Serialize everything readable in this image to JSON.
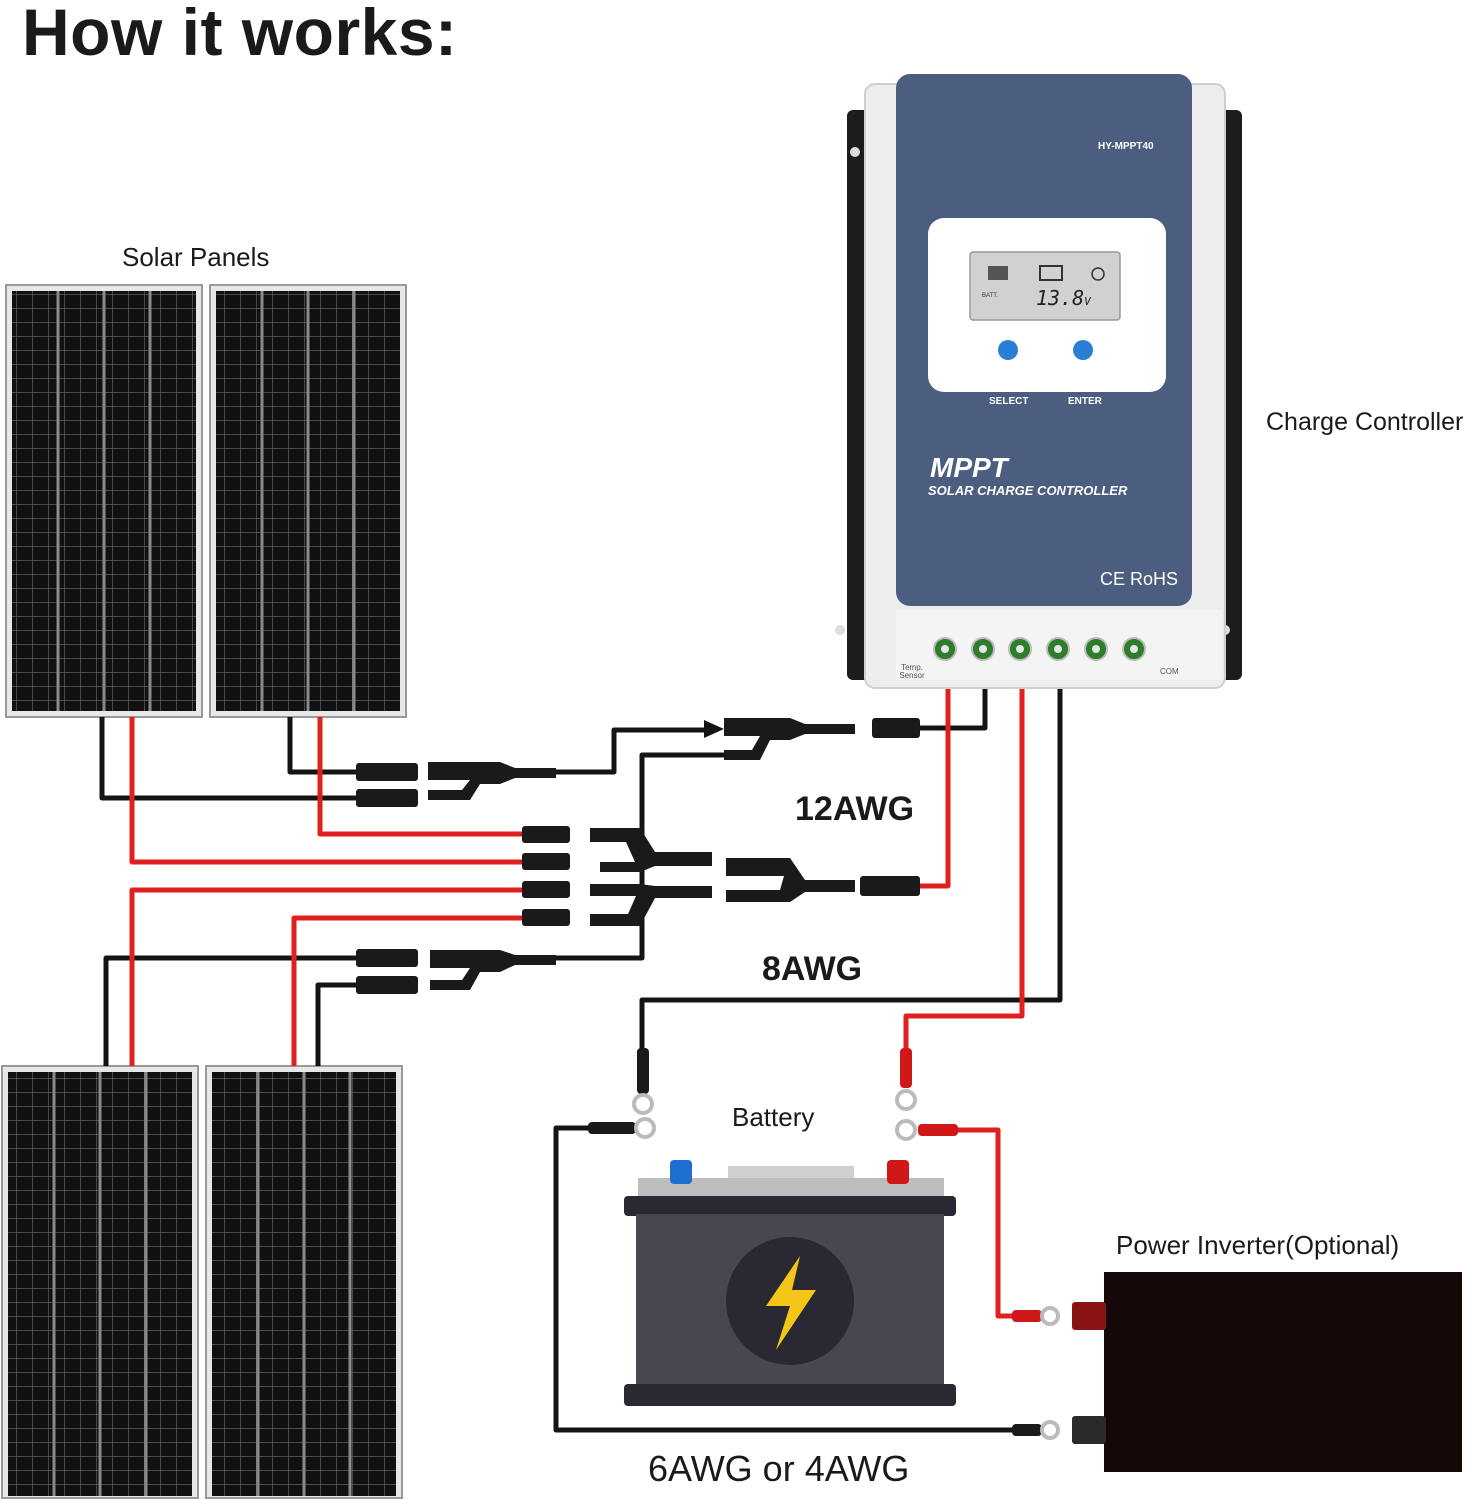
{
  "title": "How it works:",
  "labels": {
    "solar_panels": "Solar Panels",
    "charge_controller": "Charge Controller",
    "battery": "Battery",
    "inverter": "Power Inverter(Optional)"
  },
  "wire_gauges": {
    "panel_to_controller": "12AWG",
    "controller_to_battery": "8AWG",
    "battery_to_inverter": "6AWG or 4AWG"
  },
  "controller": {
    "model": "HY-MPPT40",
    "display_value": "13.8",
    "display_unit": "V",
    "display_batt_label": "BATT.",
    "button_select": "SELECT",
    "button_enter": "ENTER",
    "brand": "MPPT",
    "subtitle": "SOLAR CHARGE CONTROLLER",
    "certification": "CE RoHS",
    "temp_sensor": "Temp. Sensor",
    "com": "COM",
    "body_color": "#4b5e80",
    "button_color": "#2a7fd4"
  },
  "colors": {
    "positive_wire": "#e0201e",
    "negative_wire": "#141414",
    "battery_body": "#4a4650",
    "bolt": "#f5c518"
  }
}
